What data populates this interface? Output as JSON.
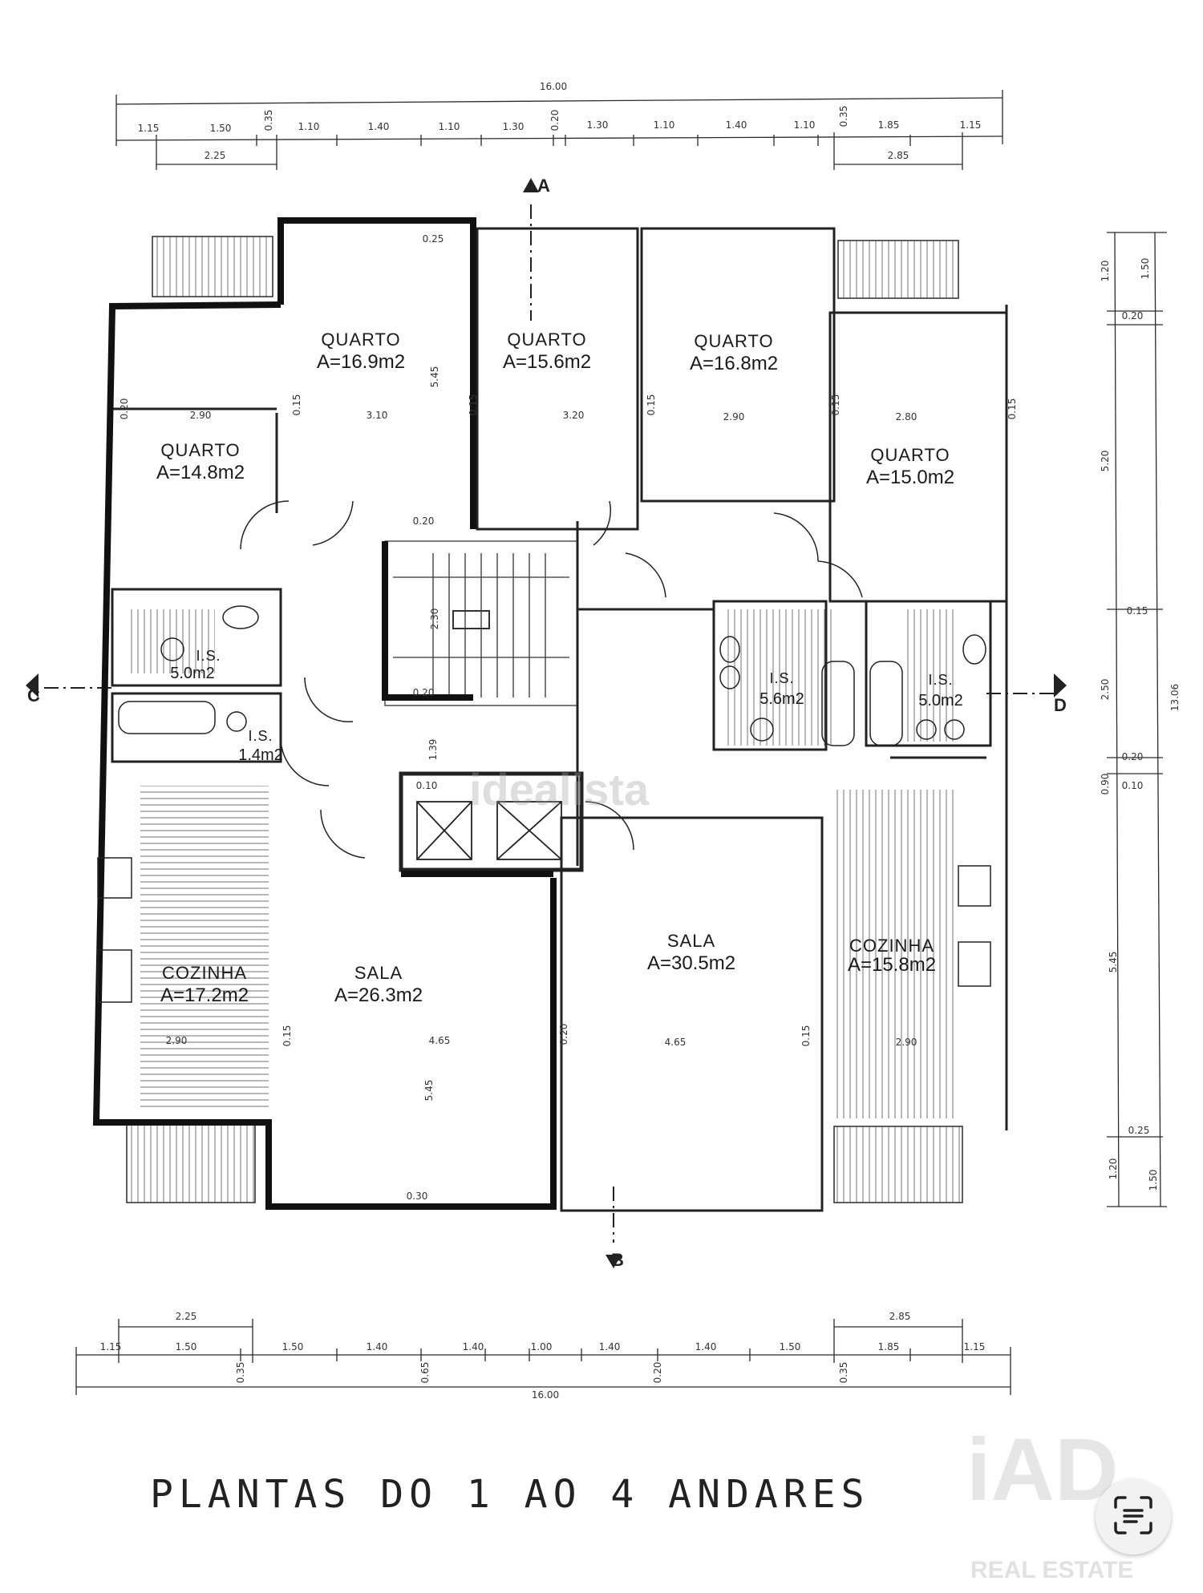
{
  "plan": {
    "title": "PLANTAS DO 1 AO 4 ANDARES",
    "rooms": [
      {
        "name": "QUARTO",
        "area": "A=16.9m2"
      },
      {
        "name": "QUARTO",
        "area": "A=15.6m2"
      },
      {
        "name": "QUARTO",
        "area": "A=16.8m2"
      },
      {
        "name": "QUARTO",
        "area": "A=14.8m2"
      },
      {
        "name": "QUARTO",
        "area": "A=15.0m2"
      },
      {
        "name": "I.S.",
        "area": "5.0m2"
      },
      {
        "name": "I.S.",
        "area": "1.4m2"
      },
      {
        "name": "I.S.",
        "area": "5.6m2"
      },
      {
        "name": "I.S.",
        "area": "5.0m2"
      },
      {
        "name": "COZINHA",
        "area": "A=17.2m2"
      },
      {
        "name": "SALA",
        "area": "A=26.3m2"
      },
      {
        "name": "SALA",
        "area": "A=30.5m2"
      },
      {
        "name": "COZINHA",
        "area": "A=15.8m2"
      }
    ],
    "section_markers": [
      "A",
      "B",
      "C",
      "D"
    ],
    "top_dimensions": {
      "total": "16.00",
      "segments": [
        "1.15",
        "1.50",
        "0.35",
        "1.10",
        "1.40",
        "1.10",
        "1.30",
        "0.20",
        "1.30",
        "1.10",
        "1.40",
        "1.10",
        "0.35",
        "1.85",
        "1.15"
      ],
      "sub_left": "2.25",
      "sub_right": "2.85"
    },
    "bottom_dimensions": {
      "total": "16.00",
      "segments": [
        "1.15",
        "1.50",
        "0.35",
        "1.50",
        "1.40",
        "0.65",
        "1.40",
        "1.00",
        "0.20",
        "1.40",
        "1.40",
        "1.50",
        "0.35",
        "1.85",
        "1.15"
      ],
      "sub_left": "2.25",
      "sub_right": "2.85"
    },
    "right_dimensions": {
      "total": "13.06",
      "segments": [
        "1.50",
        "1.20",
        "0.20",
        "5.20",
        "0.15",
        "2.50",
        "0.20",
        "0.90",
        "0.10",
        "5.45",
        "0.25",
        "1.20",
        "1.50"
      ]
    },
    "interior_dimensions": [
      "2.90",
      "3.10",
      "3.20",
      "2.90",
      "2.80",
      "0.25",
      "5.45",
      "0.15",
      "0.15",
      "0.15",
      "0.15",
      "0.15",
      "0.20",
      "0.20",
      "0.20",
      "2.90",
      "4.65",
      "4.65",
      "2.90",
      "5.45",
      "0.20",
      "0.15",
      "0.15",
      "0.30",
      "1.39",
      "0.10",
      "2.30"
    ]
  },
  "watermarks": {
    "idealista": "idealista",
    "iad": "iAD",
    "real_estate": "REAL ESTATE"
  },
  "icons": {
    "scan_button": "text-scan-icon"
  },
  "colors": {
    "wall": "#111111",
    "line": "#2a2a2a",
    "hatch": "#8a8a8a",
    "paper": "#ffffff"
  }
}
